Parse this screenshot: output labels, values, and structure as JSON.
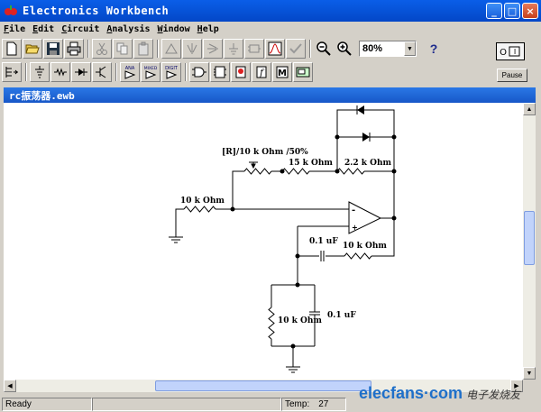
{
  "window": {
    "title": "Electronics Workbench",
    "min": "_",
    "max": "□",
    "close": "×"
  },
  "menu": [
    "File",
    "Edit",
    "Circuit",
    "Analysis",
    "Window",
    "Help"
  ],
  "toolbar": {
    "zoom": "80%",
    "help": "?"
  },
  "right_panel": {
    "switch_o": "O",
    "switch_i": "I",
    "pause": "Pause"
  },
  "document": {
    "title": "rc振荡器.ewb"
  },
  "circuit": {
    "labels": {
      "pot": "[R]/10 k Ohm /50%",
      "r15k": "15 k Ohm",
      "r22k": "2.2 k Ohm",
      "r10k_in": "10 k Ohm",
      "c01_series": "0.1 uF",
      "r10k_series": "10 k Ohm",
      "r10k_shunt": "10 k Ohm",
      "c01_shunt": "0.1 uF",
      "opamp_minus": "-",
      "opamp_plus": "+"
    }
  },
  "status": {
    "state": "Ready",
    "temp_label": "Temp:",
    "temp_value": "27"
  },
  "watermark": {
    "main": "elecfans·com",
    "sub": "电子发烧友"
  },
  "colors": {
    "title_blue": "#0a5ee8",
    "face": "#d4d0c8"
  }
}
